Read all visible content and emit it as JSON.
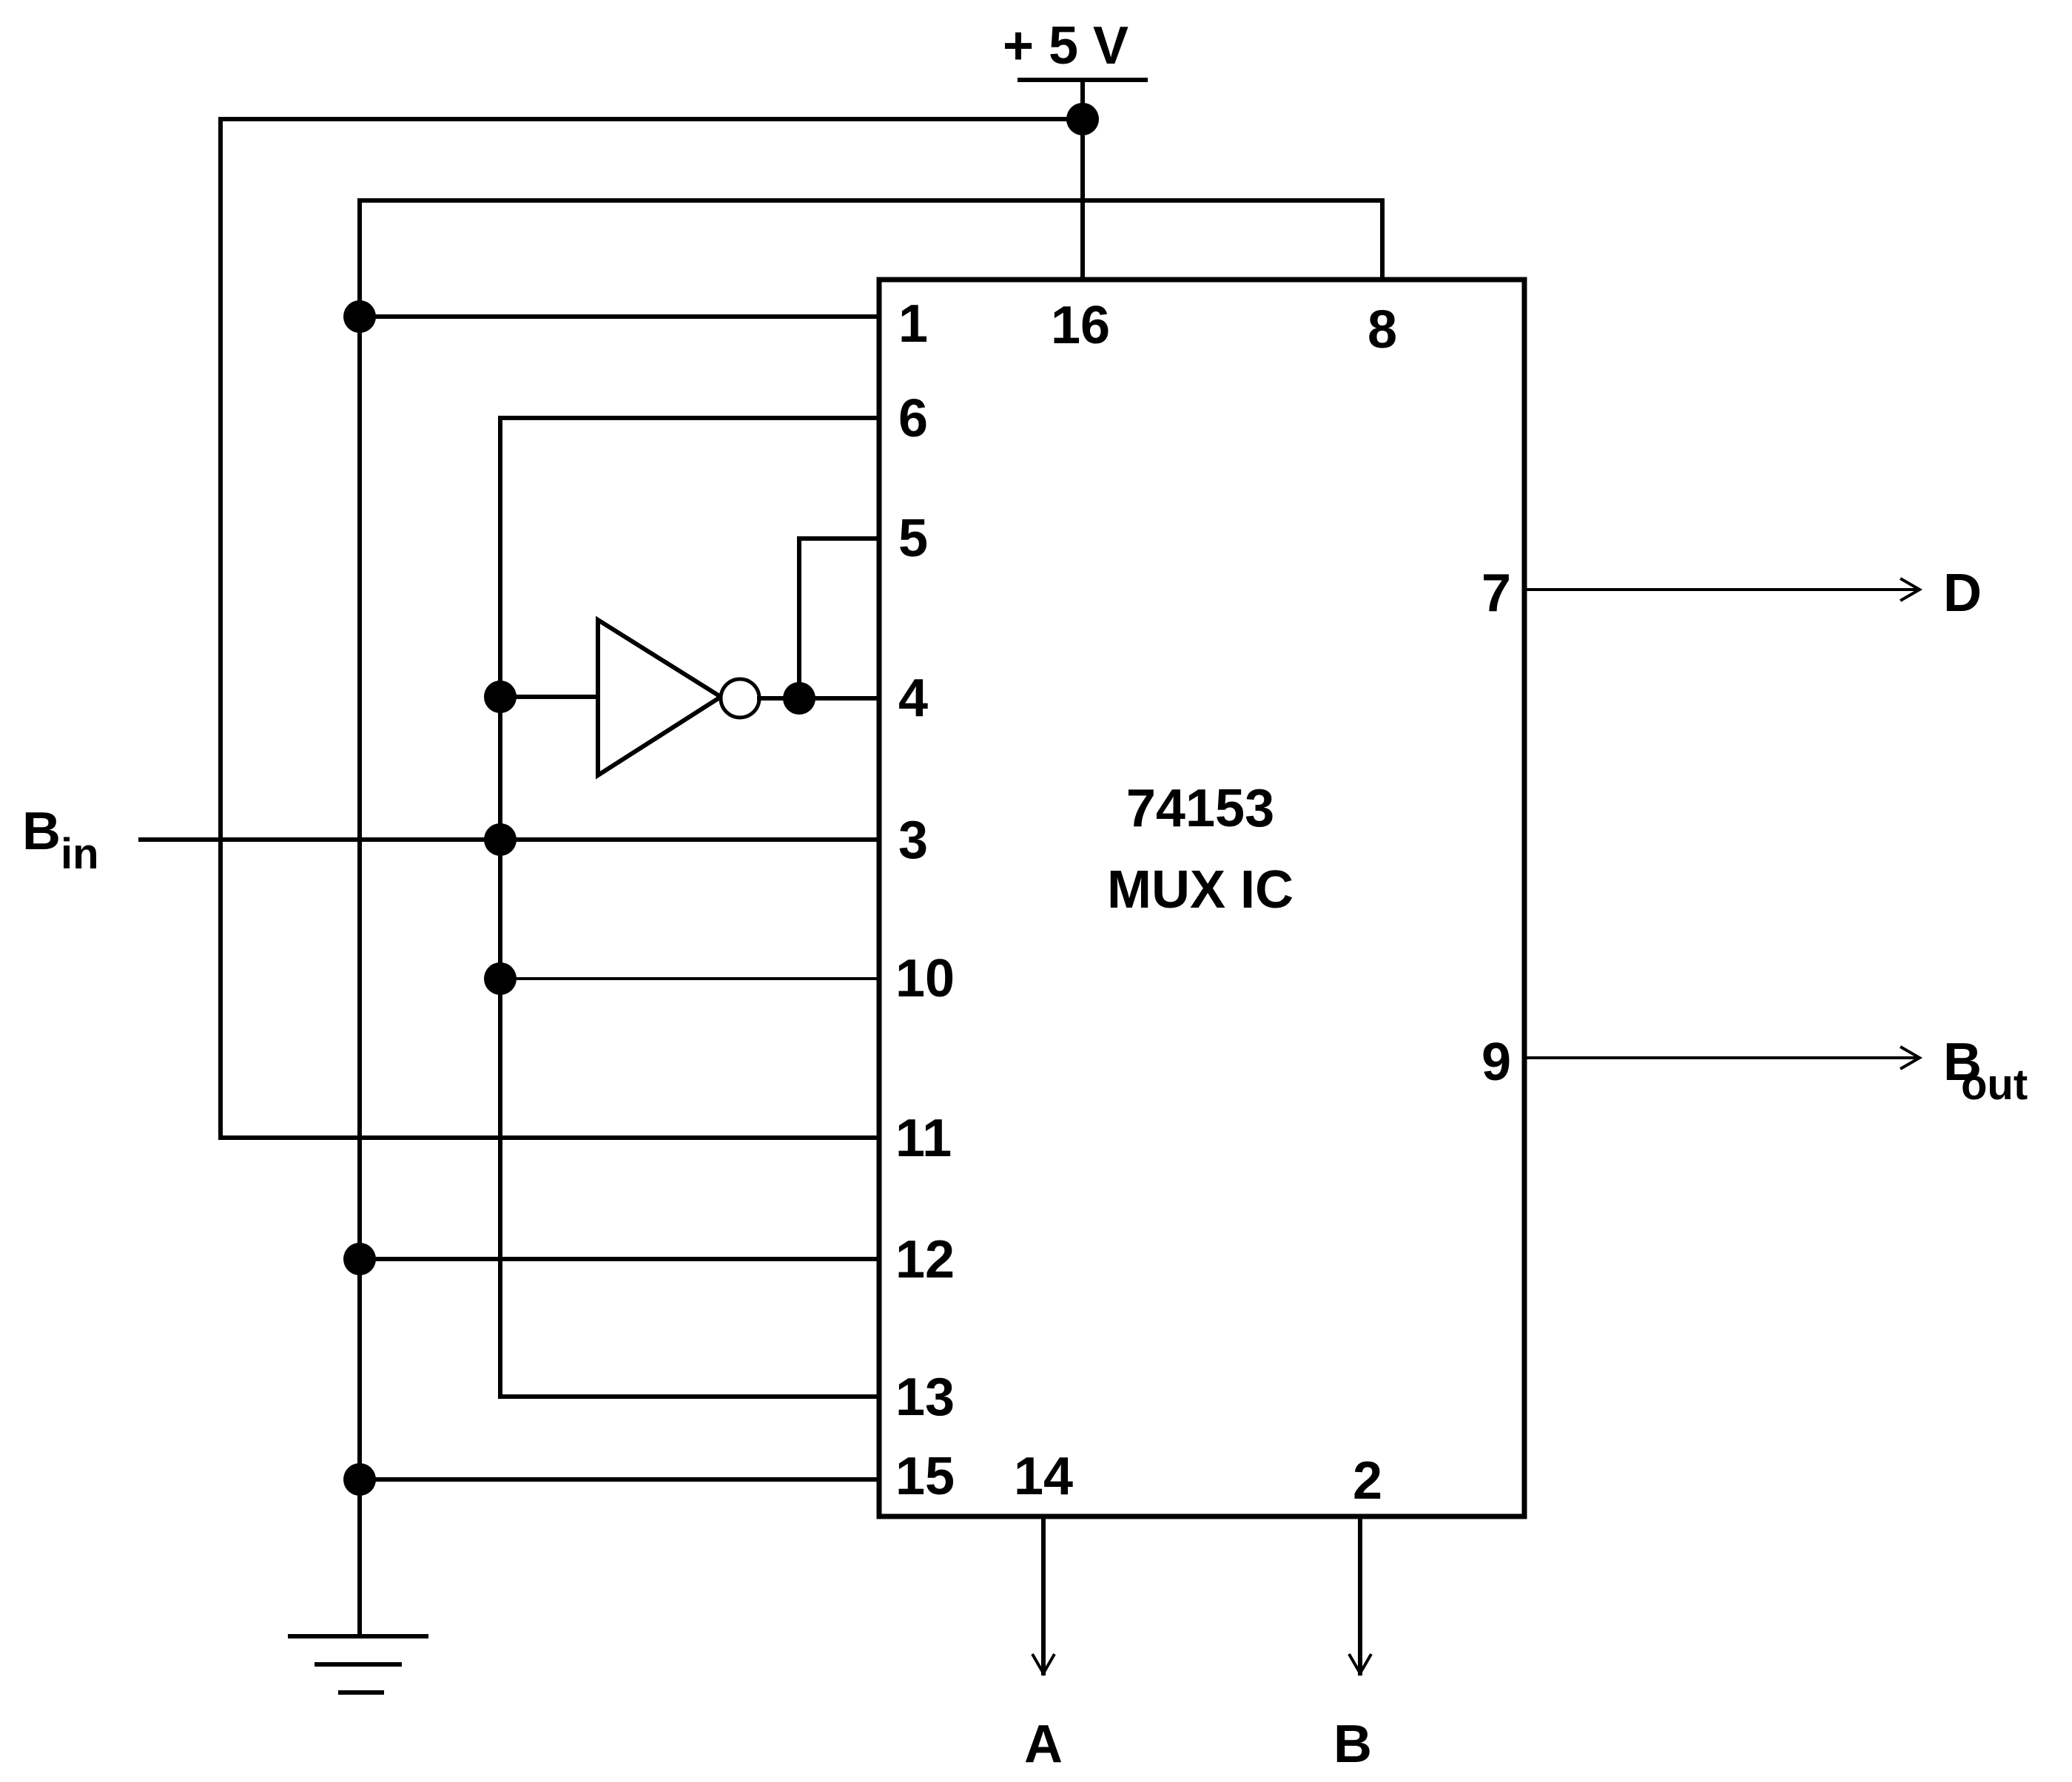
{
  "supply": {
    "label": "+ 5 V"
  },
  "chip": {
    "part_number": "74153",
    "description": "MUX  IC"
  },
  "pins": {
    "p1": "1",
    "p16": "16",
    "p8": "8",
    "p6": "6",
    "p5": "5",
    "p4": "4",
    "p3": "3",
    "p10": "10",
    "p11": "11",
    "p12": "12",
    "p13": "13",
    "p15": "15",
    "p14": "14",
    "p2": "2",
    "p7": "7",
    "p9": "9"
  },
  "signals": {
    "input_base": "B",
    "input_sub": "in",
    "output_d": "D",
    "output_b_base": "B",
    "output_b_sub": "out",
    "select_a": "A",
    "select_b": "B"
  },
  "colors": {
    "ink": "#000000",
    "background": "#ffffff"
  }
}
